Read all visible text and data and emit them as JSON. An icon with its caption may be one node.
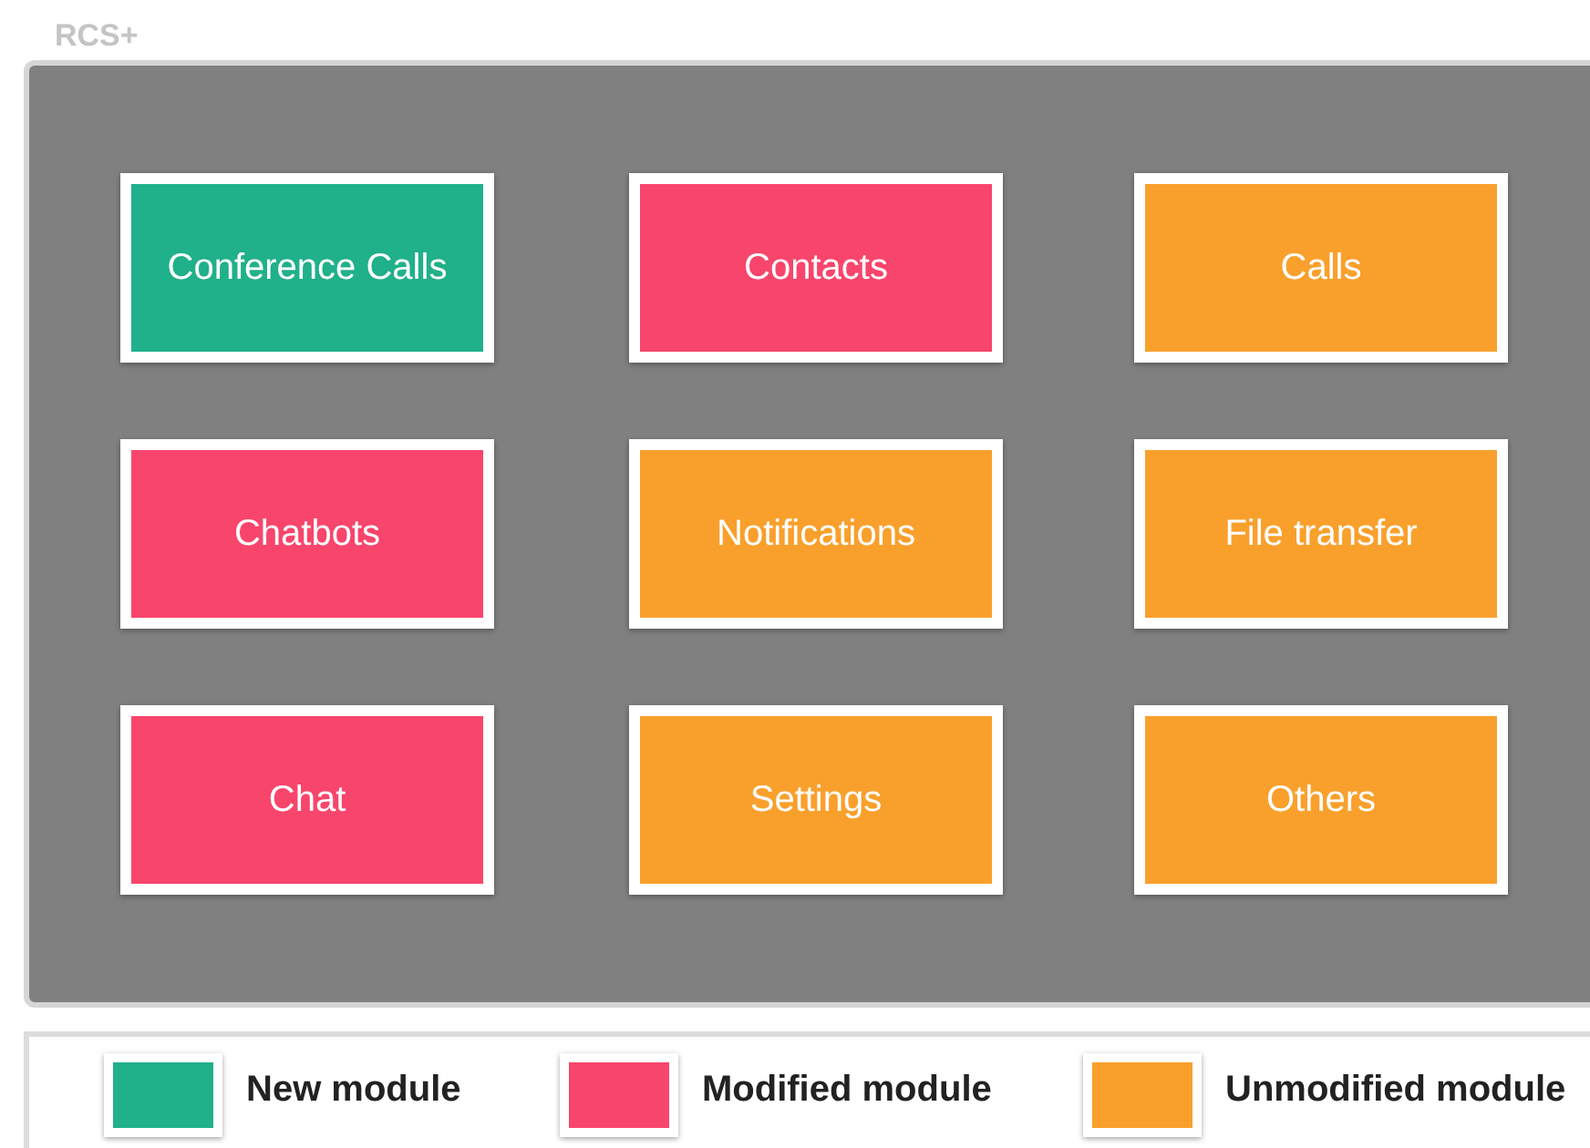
{
  "diagram": {
    "nodes": [
      {
        "text": [
          "RCS+"
        ]
      },
      {
        "text": [
          "Conference Calls"
        ],
        "in": 0
      },
      {
        "text": [
          "Contacts"
        ],
        "in": 0
      },
      {
        "text": [
          "Calls"
        ],
        "in": 0
      },
      {
        "text": [
          "Chatbots"
        ],
        "in": 0
      },
      {
        "text": [
          "Notifications"
        ],
        "in": 0
      },
      {
        "text": [
          "File transfer"
        ],
        "in": 0
      },
      {
        "text": [
          "Chat"
        ],
        "in": 0
      },
      {
        "text": [
          "Settings"
        ],
        "in": 0
      },
      {
        "text": [
          "Others"
        ],
        "in": 0
      }
    ],
    "legend": [
      {
        "text": "New module",
        "color": "#20b08a"
      },
      {
        "text": "Modified module",
        "color": "#f8456c"
      },
      {
        "text": "Unmodified module",
        "color": "#f9a02c"
      }
    ]
  }
}
